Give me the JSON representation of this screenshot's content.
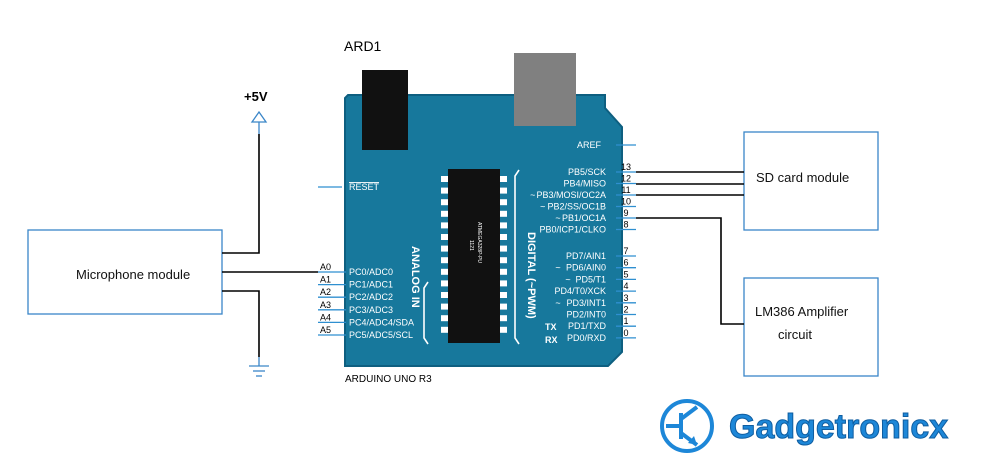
{
  "board": {
    "ref": "ARD1",
    "name": "ARDUINO UNO R3",
    "chip_label": "ATMEGA328P-PU",
    "chip_code": "1121",
    "analog_header": "ANALOG IN",
    "digital_header": "DIGITAL (~PWM)",
    "aref": "AREF",
    "reset": "RESET",
    "tx": "TX",
    "rx": "RX",
    "analog_pins": [
      {
        "num": "A0",
        "name": "PC0/ADC0"
      },
      {
        "num": "A1",
        "name": "PC1/ADC1"
      },
      {
        "num": "A2",
        "name": "PC2/ADC2"
      },
      {
        "num": "A3",
        "name": "PC3/ADC3"
      },
      {
        "num": "A4",
        "name": "PC4/ADC4/SDA"
      },
      {
        "num": "A5",
        "name": "PC5/ADC5/SCL"
      }
    ],
    "digital_pins": [
      {
        "num": "13",
        "name": "PB5/SCK",
        "pwm": ""
      },
      {
        "num": "12",
        "name": "PB4/MISO",
        "pwm": ""
      },
      {
        "num": "11",
        "name": "PB3/MOSI/OC2A",
        "pwm": "~"
      },
      {
        "num": "10",
        "name": "PB2/SS/OC1B",
        "pwm": "~"
      },
      {
        "num": "9",
        "name": "PB1/OC1A",
        "pwm": "~"
      },
      {
        "num": "8",
        "name": "PB0/ICP1/CLKO",
        "pwm": ""
      },
      {
        "num": "7",
        "name": "PD7/AIN1",
        "pwm": ""
      },
      {
        "num": "6",
        "name": "PD6/AIN0",
        "pwm": "~"
      },
      {
        "num": "5",
        "name": "PD5/T1",
        "pwm": "~"
      },
      {
        "num": "4",
        "name": "PD4/T0/XCK",
        "pwm": ""
      },
      {
        "num": "3",
        "name": "PD3/INT1",
        "pwm": "~"
      },
      {
        "num": "2",
        "name": "PD2/INT0",
        "pwm": ""
      },
      {
        "num": "1",
        "name": "PD1/TXD",
        "pwm": ""
      },
      {
        "num": "0",
        "name": "PD0/RXD",
        "pwm": ""
      }
    ]
  },
  "power": {
    "label": "+5V"
  },
  "modules": {
    "microphone": "Microphone module",
    "sd_card": "SD card module",
    "amp_line1": "LM386 Amplifier",
    "amp_line2": "circuit"
  },
  "logo": {
    "text": "Gadgetronicx"
  },
  "colors": {
    "board": "#17789c",
    "board_dark": "#0e5f80",
    "wire": "#000000",
    "box_border": "#3a86c8",
    "pin_line": "#2f8fd0",
    "logo": "#1d87d8"
  }
}
